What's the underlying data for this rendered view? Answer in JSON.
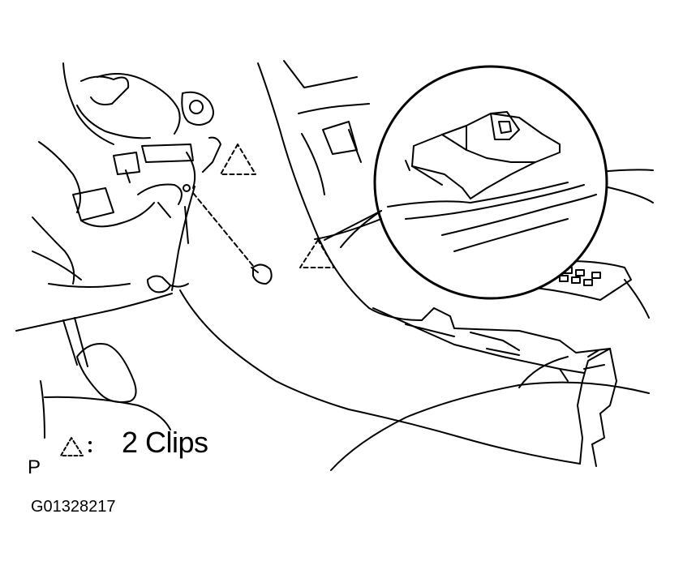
{
  "legend": {
    "symbol": "clip-triangle-icon",
    "text": "2 Clips"
  },
  "view_letter": "P",
  "figure_id": "G01328217",
  "colors": {
    "line": "#000000",
    "background": "#ffffff"
  }
}
